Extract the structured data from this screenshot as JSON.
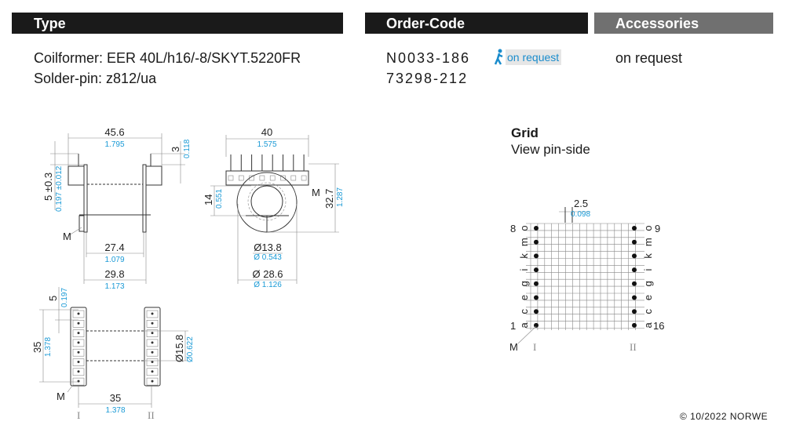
{
  "headers": {
    "type": "Type",
    "order_code": "Order-Code",
    "accessories": "Accessories"
  },
  "type": {
    "coilformer": "Coilformer:  EER 40L/h16/-8/SKYT.5220FR",
    "solder_pin": "Solder-pin:  z812/ua"
  },
  "order_codes": [
    "N0033-186",
    "73298-212"
  ],
  "order_badge": {
    "icon": "walking-person-icon",
    "label": "on request"
  },
  "accessories": {
    "value": "on request"
  },
  "colors": {
    "header_dark": "#1a1a1a",
    "header_gray": "#707070",
    "dimension_blue": "#1a9ad6"
  },
  "grid": {
    "title": "Grid",
    "subtitle": "View pin-side",
    "pitch": "2.5",
    "pitch_in": "0.098",
    "left_letters": [
      "o",
      "m",
      "k",
      "i",
      "g",
      "e",
      "c",
      "a"
    ],
    "right_letters": [
      "o",
      "m",
      "k",
      "i",
      "g",
      "e",
      "c",
      "a"
    ],
    "num_top_left": "8",
    "num_bottom_left": "1",
    "num_top_right": "9",
    "num_bottom_right": "16",
    "marker": "M",
    "row_I": "I",
    "row_II": "II"
  },
  "side_view": {
    "width": "45.6",
    "width_in": "1.795",
    "pin": "3",
    "pin_in": "0.118",
    "height": "5 ±0.3",
    "height_in": "0.197 ±0.012",
    "inner": "27.4",
    "inner_in": "1.079",
    "outer": "29.8",
    "outer_in": "1.173",
    "marker": "M"
  },
  "front_view": {
    "width": "40",
    "width_in": "1.575",
    "height": "32.7",
    "height_in": "1.287",
    "offset": "14",
    "offset_in": "0.551",
    "core_d": "Ø13.8",
    "core_d_in": "Ø 0.543",
    "flange_d": "Ø 28.6",
    "flange_d_in": "Ø 1.126",
    "marker": "M"
  },
  "bottom_view": {
    "pitch": "5",
    "pitch_in": "0.197",
    "height": "35",
    "height_in": "1.378",
    "core": "Ø15.8",
    "core_in": "Ø0.622",
    "width": "35",
    "width_in": "1.378",
    "marker": "M",
    "row_I": "I",
    "row_II": "II"
  },
  "footer": {
    "copyright": "© 10/2022 NORWE"
  }
}
